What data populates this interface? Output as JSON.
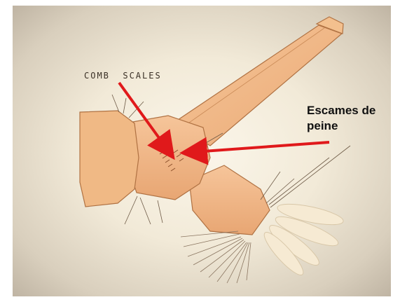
{
  "labels": {
    "comb_scales": "COMB  SCALES",
    "escames_line1": "Escames de",
    "escames_line2": "peine"
  },
  "colors": {
    "arrow": "#e0191b",
    "segment_fill": "#f0b985",
    "segment_stroke": "#b07243",
    "background": "#f2ead8"
  }
}
